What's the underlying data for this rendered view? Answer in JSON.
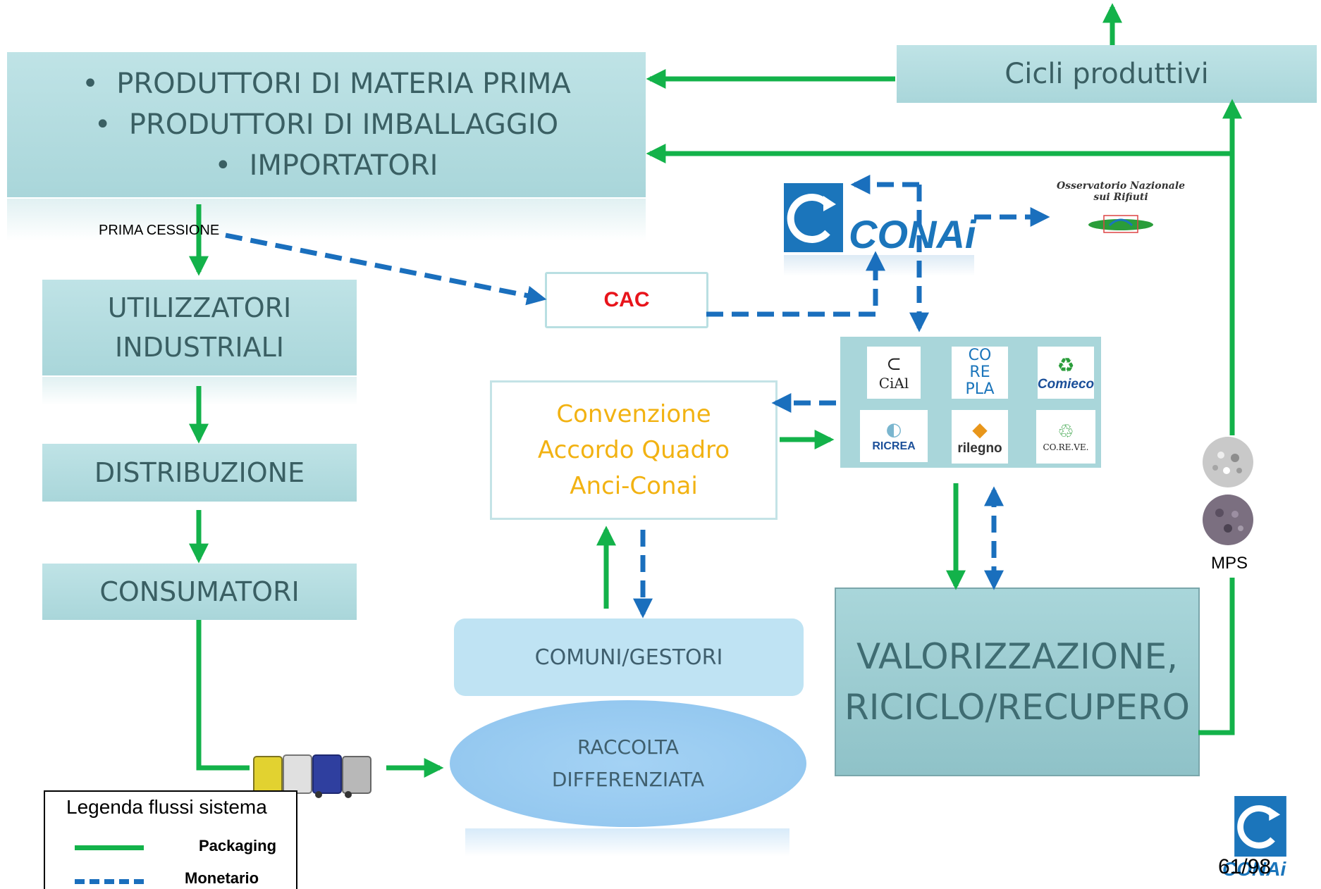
{
  "producers": {
    "items": [
      "PRODUTTORI DI MATERIA PRIMA",
      "PRODUTTORI DI IMBALLAGGIO",
      "IMPORTATORI"
    ]
  },
  "cicli": "Cicli produttivi",
  "prima_cessione": "PRIMA CESSIONE",
  "cac": "CAC",
  "utilizzatori": {
    "line1": "UTILIZZATORI",
    "line2": "INDUSTRIALI"
  },
  "distribuzione": "DISTRIBUZIONE",
  "consumatori": "CONSUMATORI",
  "convenzione": {
    "line1": "Convenzione",
    "line2": "Accordo Quadro",
    "line3": "Anci-Conai"
  },
  "comuni": "COMUNI/GESTORI",
  "raccolta": {
    "line1": "RACCOLTA",
    "line2": "DIFFERENZIATA"
  },
  "valorizzazione": {
    "line1": "VALORIZZAZIONE,",
    "line2": "RICICLO/RECUPERO"
  },
  "conai": "CONAi",
  "osservatorio": {
    "line1": "Osservatorio Nazionale",
    "line2": "sui Rifiuti"
  },
  "consorzi": {
    "cial": "CiAl",
    "corepla": [
      "CO",
      "RE",
      "PLA"
    ],
    "comieco": "Comieco",
    "ricrea": "RICREA",
    "rilegno": "rilegno",
    "coreve": "CO.RE.VE."
  },
  "mps": "MPS",
  "legend": {
    "title": "Legenda flussi sistema",
    "packaging": "Packaging",
    "monetario": "Monetario"
  },
  "page_number": "61/98",
  "colors": {
    "green": "#13b24a",
    "blue": "#1a6fbd",
    "box": "#a9d6da",
    "cac_red": "#e8141b",
    "conv_orange": "#f2b212"
  }
}
